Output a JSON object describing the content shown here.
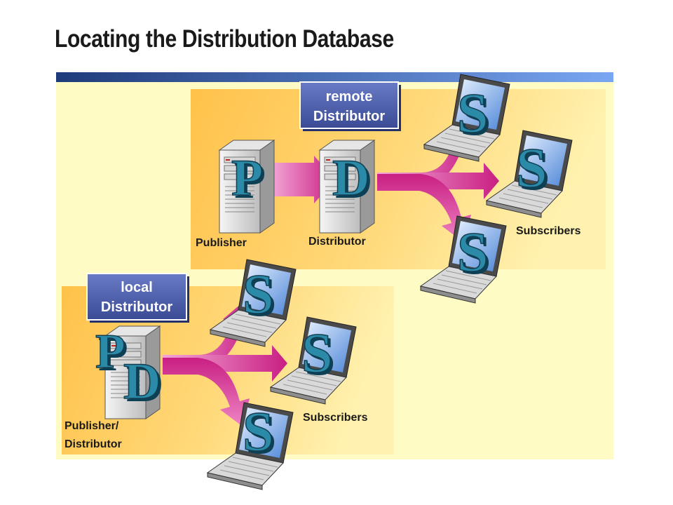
{
  "slide": {
    "title": "Locating the Distribution Database"
  },
  "remote_scenario": {
    "badge_line1": "remote",
    "badge_line2": "Distributor",
    "publisher_label": "Publisher",
    "distributor_label": "Distributor",
    "subscribers_label": "Subscribers",
    "publisher_letter": "P",
    "distributor_letter": "D",
    "subscriber_letter": "S"
  },
  "local_scenario": {
    "badge_line1": "local",
    "badge_line2": "Distributor",
    "pubdist_label_line1": "Publisher/",
    "pubdist_label_line2": "Distributor",
    "subscribers_label": "Subscribers",
    "publisher_letter": "P",
    "distributor_letter": "D",
    "subscriber_letter": "S"
  },
  "colors": {
    "title_bar_start": "#1f3a7a",
    "title_bar_end": "#79a6f2",
    "panel_outer": "#fff8b8",
    "panel_inner": "#ffcc5a",
    "arrow": "#d4348f",
    "letter": "#1f6f8e",
    "badge": "#4a5ba8"
  }
}
